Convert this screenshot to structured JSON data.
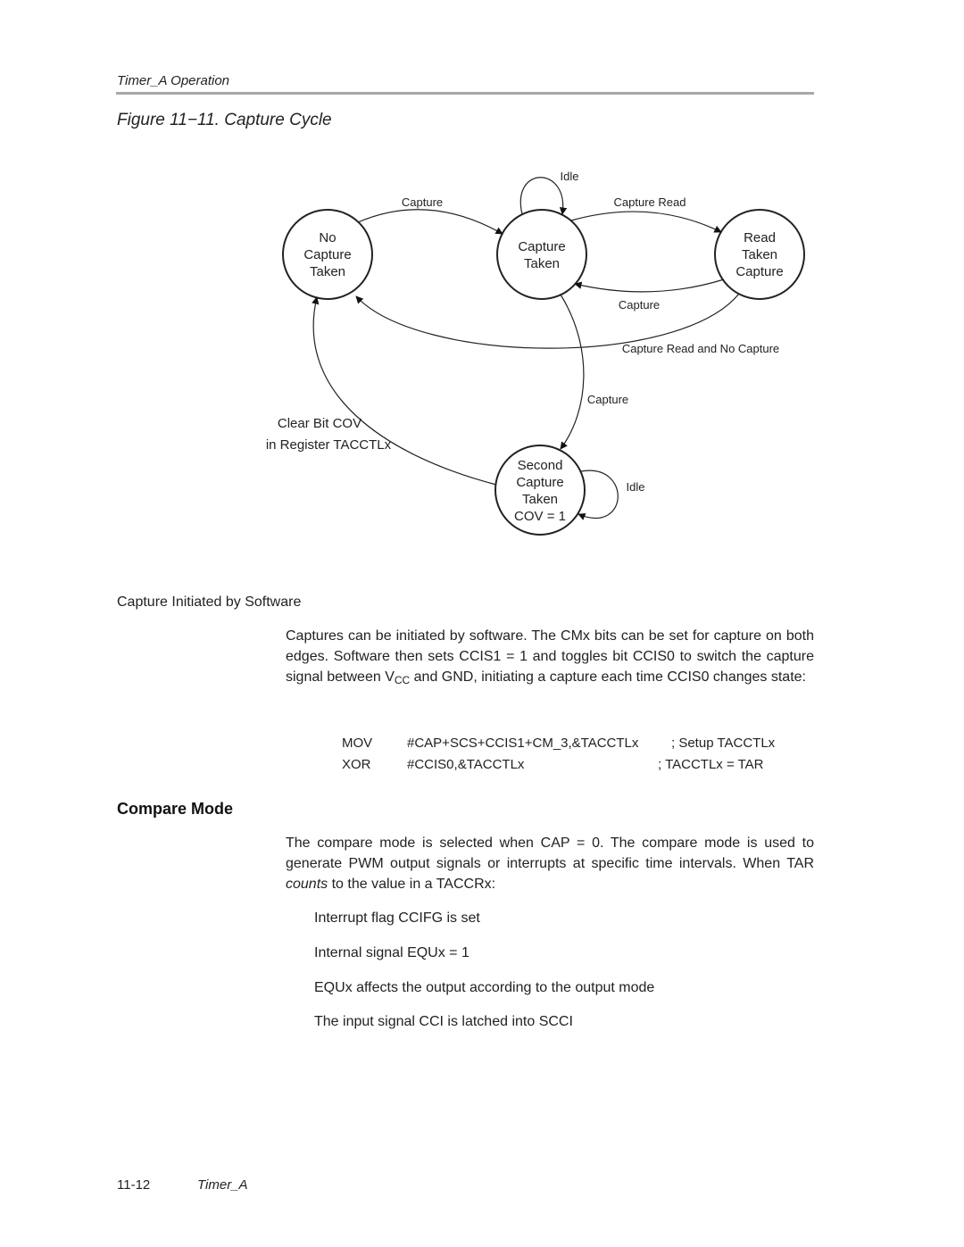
{
  "header": {
    "running_title": "Timer_A Operation"
  },
  "figure": {
    "title": "Figure 11−11. Capture Cycle",
    "states": {
      "no_capture": [
        "No",
        "Capture",
        "Taken"
      ],
      "capture_taken": [
        "Capture",
        "Taken"
      ],
      "read_taken": [
        "Read",
        "Taken",
        "Capture"
      ],
      "second_capture": [
        "Second",
        "Capture",
        "Taken",
        "COV = 1"
      ]
    },
    "transitions": {
      "capture_top": "Capture",
      "idle_top": "Idle",
      "capture_read": "Capture Read",
      "capture_return": "Capture",
      "capture_read_no_capture": "Capture Read and No Capture",
      "capture_down": "Capture",
      "idle_second": "Idle",
      "clear_line1": "Clear Bit COV",
      "clear_line2": "in Register TACCTLx"
    }
  },
  "software_capture": {
    "heading": "Capture Initiated by Software",
    "para_part1": "Captures can be initiated by software. The CMx bits can be set for capture on both edges. Software then sets CCIS1 = 1 and toggles bit CCIS0 to switch the capture signal between V",
    "para_sub": "CC",
    "para_part2": " and GND, initiating a capture each time CCIS0 changes state:",
    "code": [
      {
        "op": "MOV",
        "arg": "#CAP+SCS+CCIS1+CM_3,&TACCTLx",
        "comment": "; Setup TACCTLx"
      },
      {
        "op": "XOR",
        "arg": "#CCIS0,&TACCTLx",
        "comment": "; TACCTLx = TAR"
      }
    ]
  },
  "compare_mode": {
    "heading": "Compare Mode",
    "para_part1": "The compare mode is selected when CAP = 0. The compare mode is used to generate PWM output signals or interrupts at specific time intervals. When TAR ",
    "para_em": "counts",
    "para_part2": " to the value in a TACCRx:",
    "items": [
      "Interrupt flag CCIFG is set",
      "Internal signal EQUx = 1",
      "EQUx affects the output according to the output mode",
      "The input signal CCI is latched into SCCI"
    ]
  },
  "footer": {
    "page_number": "11-12",
    "chapter": "Timer_A"
  }
}
